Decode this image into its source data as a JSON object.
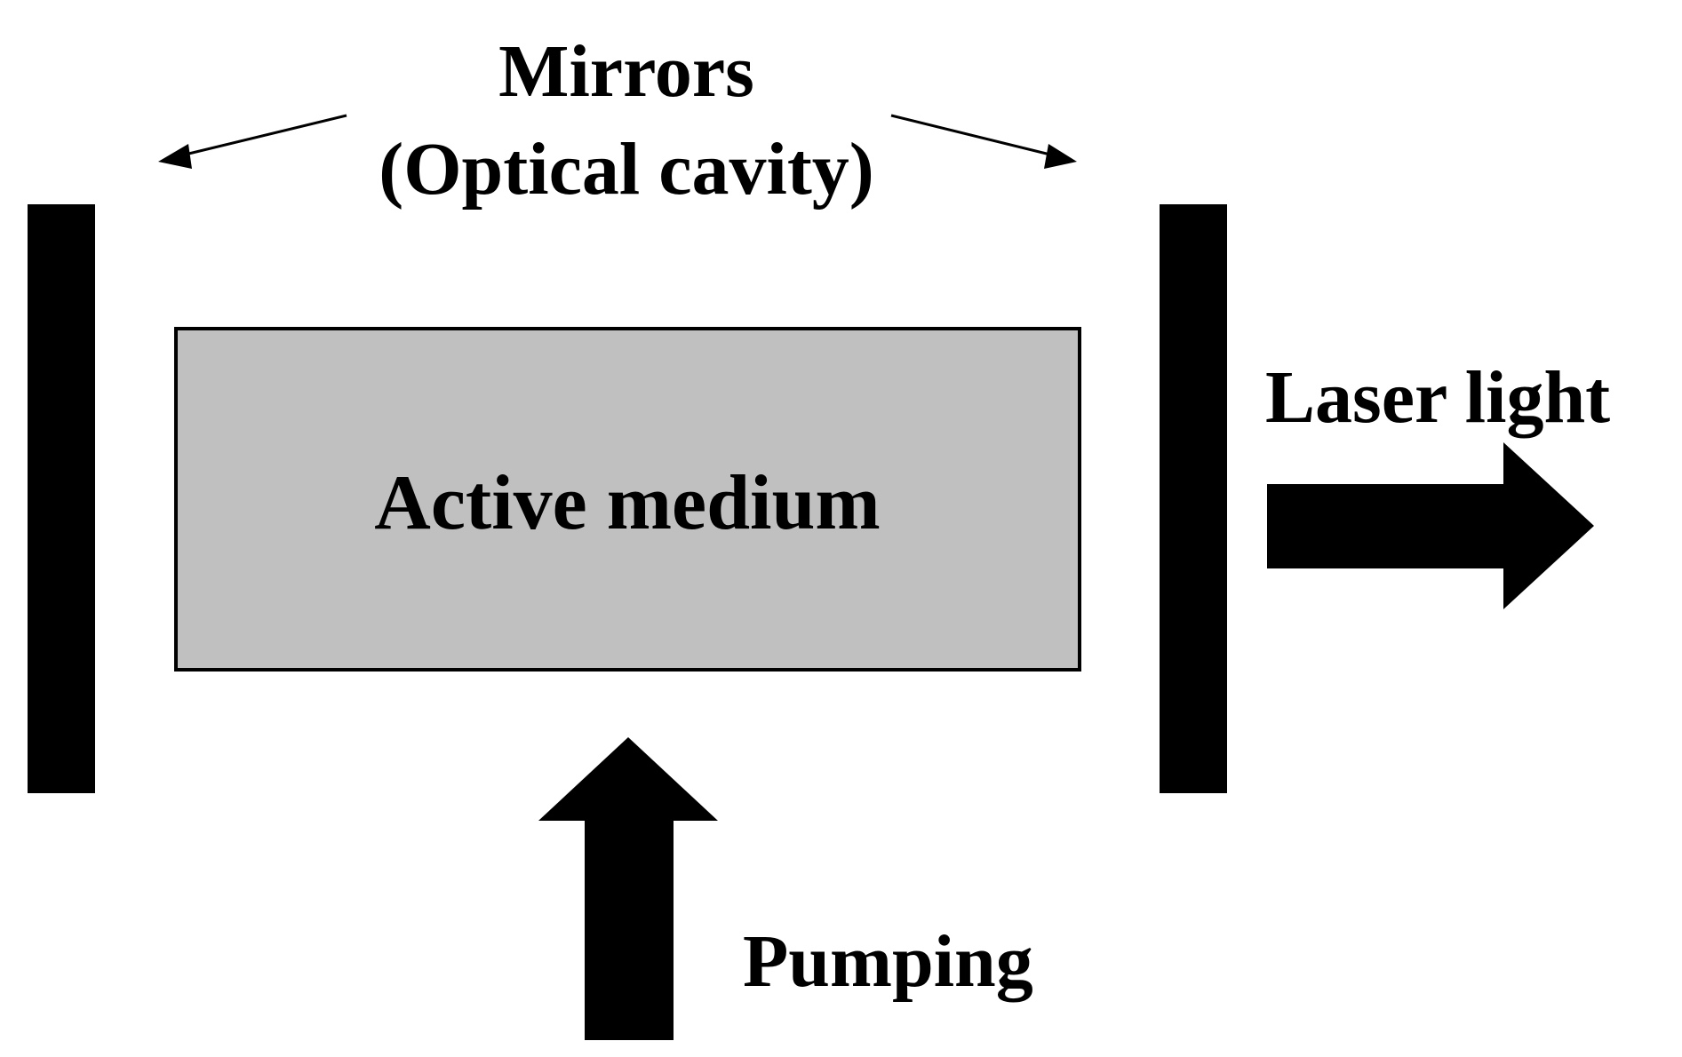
{
  "labels": {
    "mirrors_line1": "Mirrors",
    "mirrors_line2": "(Optical cavity)",
    "active_medium": "Active medium",
    "laser_light": "Laser light",
    "pumping": "Pumping"
  },
  "colors": {
    "background": "#ffffff",
    "ink": "#000000",
    "medium_fill": "#c0c0c0"
  }
}
